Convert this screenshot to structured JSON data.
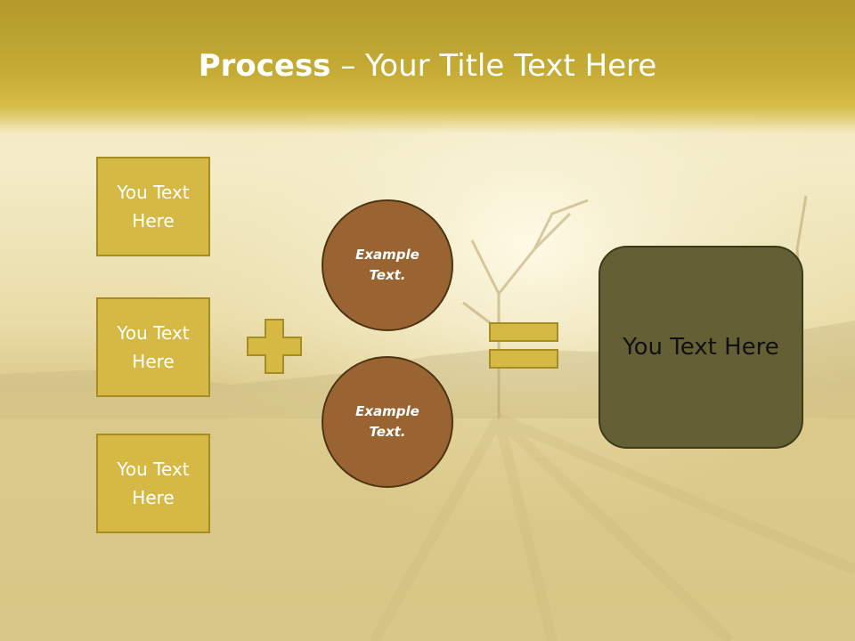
{
  "title": {
    "bold": "Process",
    "rest": " – Your Title Text Here"
  },
  "left_boxes": [
    {
      "label": "You Text Here"
    },
    {
      "label": "You Text Here"
    },
    {
      "label": "You Text Here"
    }
  ],
  "circles": [
    {
      "label": "Example Text."
    },
    {
      "label": "Example Text."
    }
  ],
  "result": {
    "label": "You Text Here"
  },
  "icons": {
    "plus": "plus-icon",
    "equals": "equals-icon"
  },
  "colors": {
    "title_band": "#c4ac35",
    "box_fill": "#d6b844",
    "circle_fill": "#9a6432",
    "result_fill": "#645f34",
    "symbol_fill": "#d6b844"
  }
}
